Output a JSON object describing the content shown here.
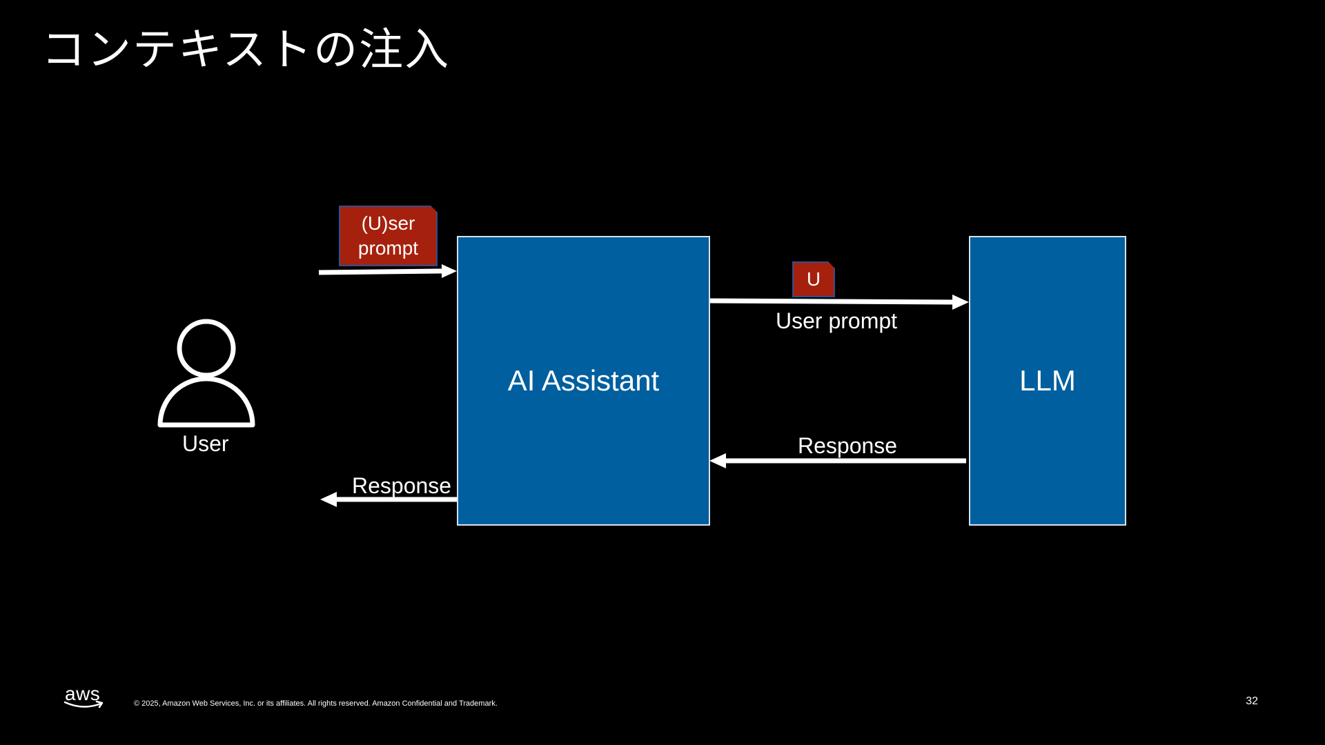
{
  "slide": {
    "title": "コンテキストの注入",
    "page_number": "32",
    "copyright": "© 2025, Amazon Web Services, Inc. or its affiliates. All rights reserved. Amazon Confidential and Trademark.",
    "logo": "aws"
  },
  "diagram": {
    "user": {
      "icon": "user-icon",
      "label": "User"
    },
    "assistant_box": {
      "label": "AI Assistant"
    },
    "llm_box": {
      "label": "LLM"
    },
    "user_prompt_tag": {
      "line1": "(U)ser",
      "line2": "prompt"
    },
    "u_tag": {
      "label": "U"
    },
    "edges": {
      "assistant_to_llm_label": "User prompt",
      "llm_to_assistant_label": "Response",
      "assistant_to_user_label": "Response"
    }
  },
  "colors": {
    "background": "#000000",
    "box_fill": "#005f9e",
    "tag_fill": "#a6210d",
    "text": "#ffffff",
    "arrow": "#ffffff"
  }
}
